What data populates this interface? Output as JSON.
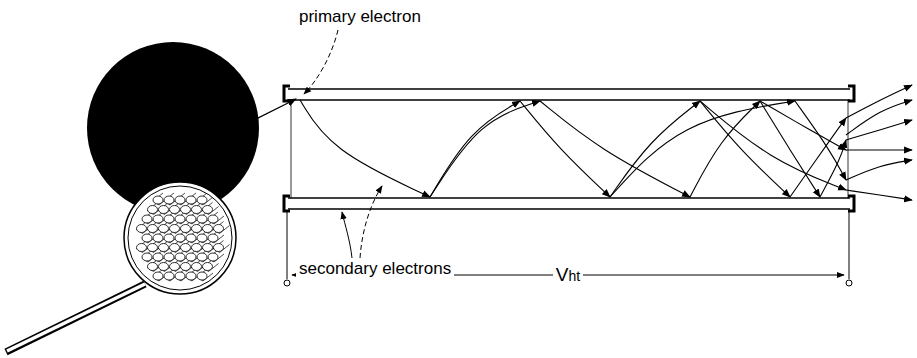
{
  "diagram": {
    "labels": [
      "primary electron",
      "secondary electrons",
      "Vht"
    ]
  }
}
